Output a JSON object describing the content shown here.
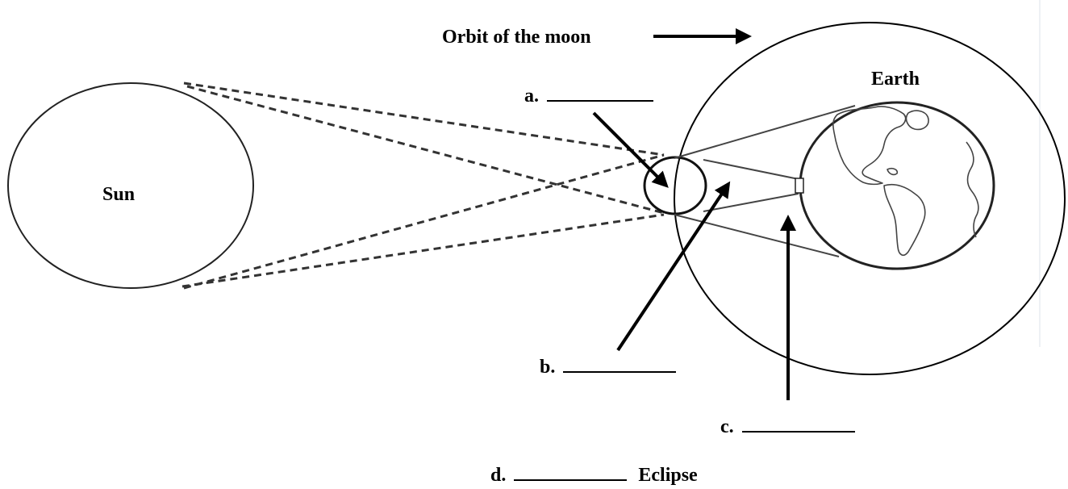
{
  "labels": {
    "orbit": "Orbit of the moon",
    "earth": "Earth",
    "sun": "Sun",
    "a": "a.",
    "b": "b.",
    "c": "c.",
    "d": "d.",
    "eclipse": "Eclipse"
  },
  "colors": {
    "line": "#000000",
    "background": "#ffffff"
  }
}
